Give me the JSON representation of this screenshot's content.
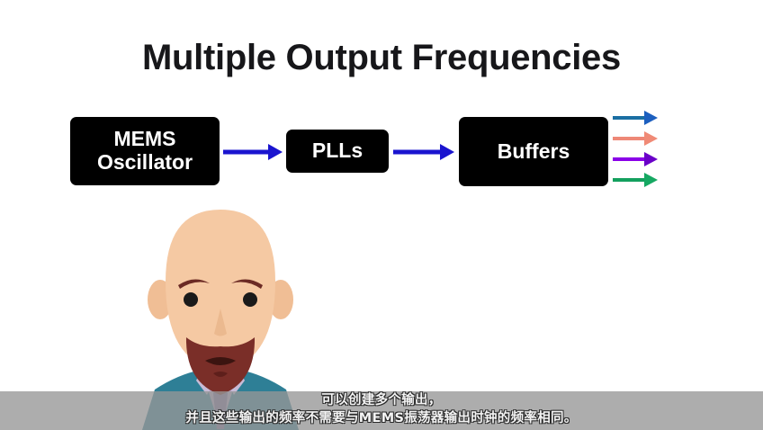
{
  "slide": {
    "title": "Multiple Output Frequencies",
    "background_color": "#FFFFFF"
  },
  "diagram": {
    "blocks": [
      {
        "id": "mems-oscillator",
        "label_line1": "MEMS",
        "label_line2": "Oscillator",
        "fill": "#000000",
        "text_color": "#FFFFFF"
      },
      {
        "id": "plls",
        "label_line1": "PLLs",
        "label_line2": "",
        "fill": "#000000",
        "text_color": "#FFFFFF"
      },
      {
        "id": "buffers",
        "label_line1": "Buffers",
        "label_line2": "",
        "fill": "#000000",
        "text_color": "#FFFFFF"
      }
    ],
    "connectors": [
      {
        "id": "mems-to-plls",
        "color": "#1A14CF",
        "direction": "right"
      },
      {
        "id": "plls-to-buffers",
        "color": "#1A14CF",
        "direction": "right"
      }
    ],
    "outputs": [
      {
        "id": "output-1",
        "shaft_color": "#1B6FA3",
        "head_color": "#1C5FBF"
      },
      {
        "id": "output-2",
        "shaft_color": "#EE8877",
        "head_color": "#F08A76"
      },
      {
        "id": "output-3",
        "shaft_color": "#8A00E8",
        "head_color": "#6A00C8"
      },
      {
        "id": "output-4",
        "shaft_color": "#13A05E",
        "head_color": "#16A862"
      }
    ]
  },
  "presenter": {
    "description": "cartoon-bald-man-with-goatee",
    "skin_color": "#F5C9A3",
    "beard_color": "#7A2E28",
    "brow_color": "#6B2A24",
    "eye_color": "#1A1A1A",
    "shirt_color": "#B9A8C9",
    "jacket_color": "#2E7F96",
    "tie_color": "#7E6E9A"
  },
  "subtitle": {
    "line1": "可以创建多个输出，",
    "line2": "并且这些输出的频率不需要与MEMS振荡器输出时钟的频率相同。",
    "bar_color": "#969696",
    "text_color": "#F4F4F4"
  }
}
